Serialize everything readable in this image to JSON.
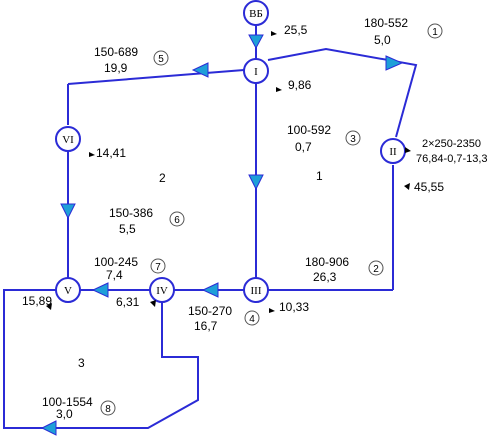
{
  "nodes": {
    "vb": "ВБ",
    "n1": "I",
    "n2": "II",
    "n3": "III",
    "n4": "IV",
    "n5": "V",
    "n6": "VI"
  },
  "pressures": {
    "vb": "25,5",
    "n1": "9,86",
    "n2": "45,55",
    "n3": "10,33",
    "n4": "6,31",
    "n5": "15,89",
    "n6": "14,41"
  },
  "pipes": [
    {
      "id": "1",
      "spec": "180-552",
      "flow": "5,0"
    },
    {
      "id": "2",
      "spec": "180-906",
      "flow": "26,3"
    },
    {
      "id": "3",
      "spec": "100-592",
      "flow": "0,7"
    },
    {
      "id": "4",
      "spec": "150-270",
      "flow": "16,7"
    },
    {
      "id": "5",
      "spec": "150-689",
      "flow": "19,9"
    },
    {
      "id": "6",
      "spec": "150-386",
      "flow": "5,5"
    },
    {
      "id": "7",
      "spec": "100-245",
      "flow": "7,4"
    },
    {
      "id": "8",
      "spec": "100-1554",
      "flow": "3,0"
    }
  ],
  "main_pipe": {
    "spec": "2×250-2350",
    "flow": "76,84-0,7-13,3"
  },
  "rings": [
    "1",
    "2",
    "3"
  ],
  "colors": {
    "line": "#2b2bd6",
    "arrow": "#1e9fd8",
    "node_stroke": "#2b2bd6"
  }
}
